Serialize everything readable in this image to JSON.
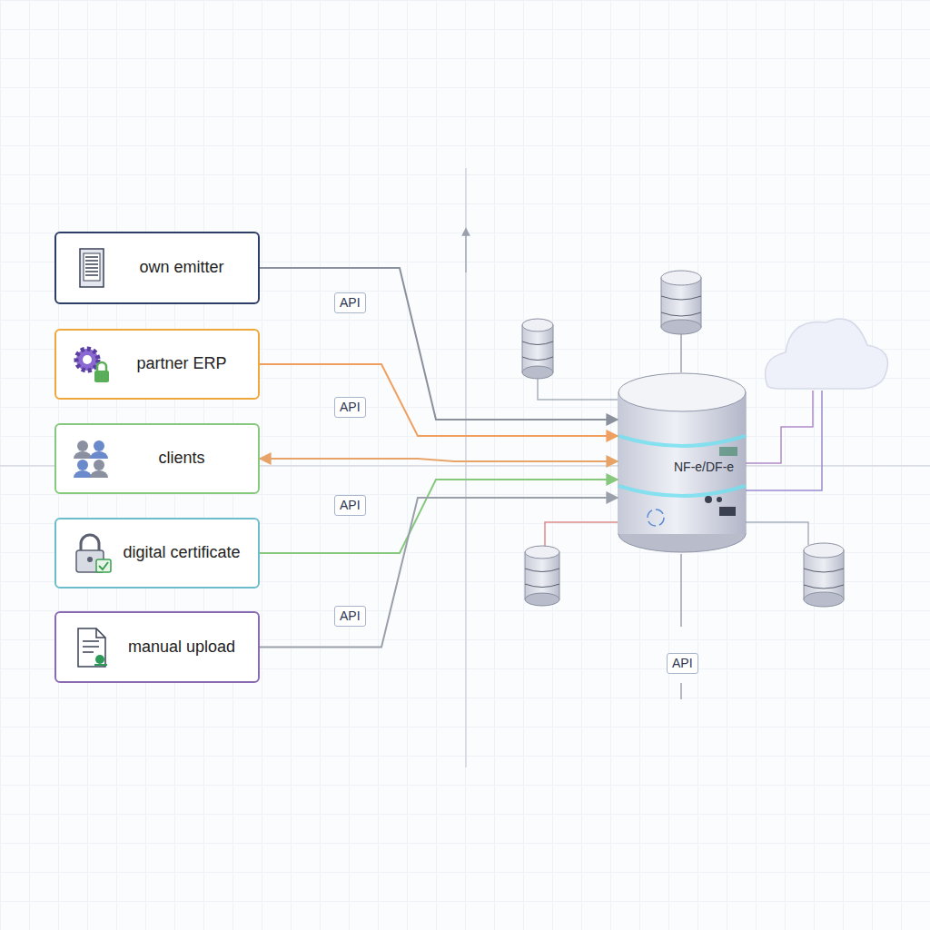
{
  "diagram": {
    "nodes": [
      {
        "text": [
          "own emitter"
        ]
      },
      {
        "text": [
          "partner ERP"
        ]
      },
      {
        "text": [
          "clients"
        ]
      },
      {
        "text": [
          "digital certificate"
        ]
      },
      {
        "text": [
          "manual upload"
        ]
      },
      {
        "text": [
          "NF-e/DF-e"
        ]
      }
    ],
    "edges": [
      {
        "from": 0,
        "to": 5,
        "arrow": "to"
      },
      {
        "from": 1,
        "to": 5,
        "arrow": "to"
      },
      {
        "from": 2,
        "to": 5,
        "arrow": "both"
      },
      {
        "from": 3,
        "to": 5,
        "arrow": "to"
      },
      {
        "from": 4,
        "to": 5,
        "arrow": "to"
      }
    ],
    "labels": [
      "API",
      "API",
      "API",
      "API",
      "API"
    ]
  }
}
